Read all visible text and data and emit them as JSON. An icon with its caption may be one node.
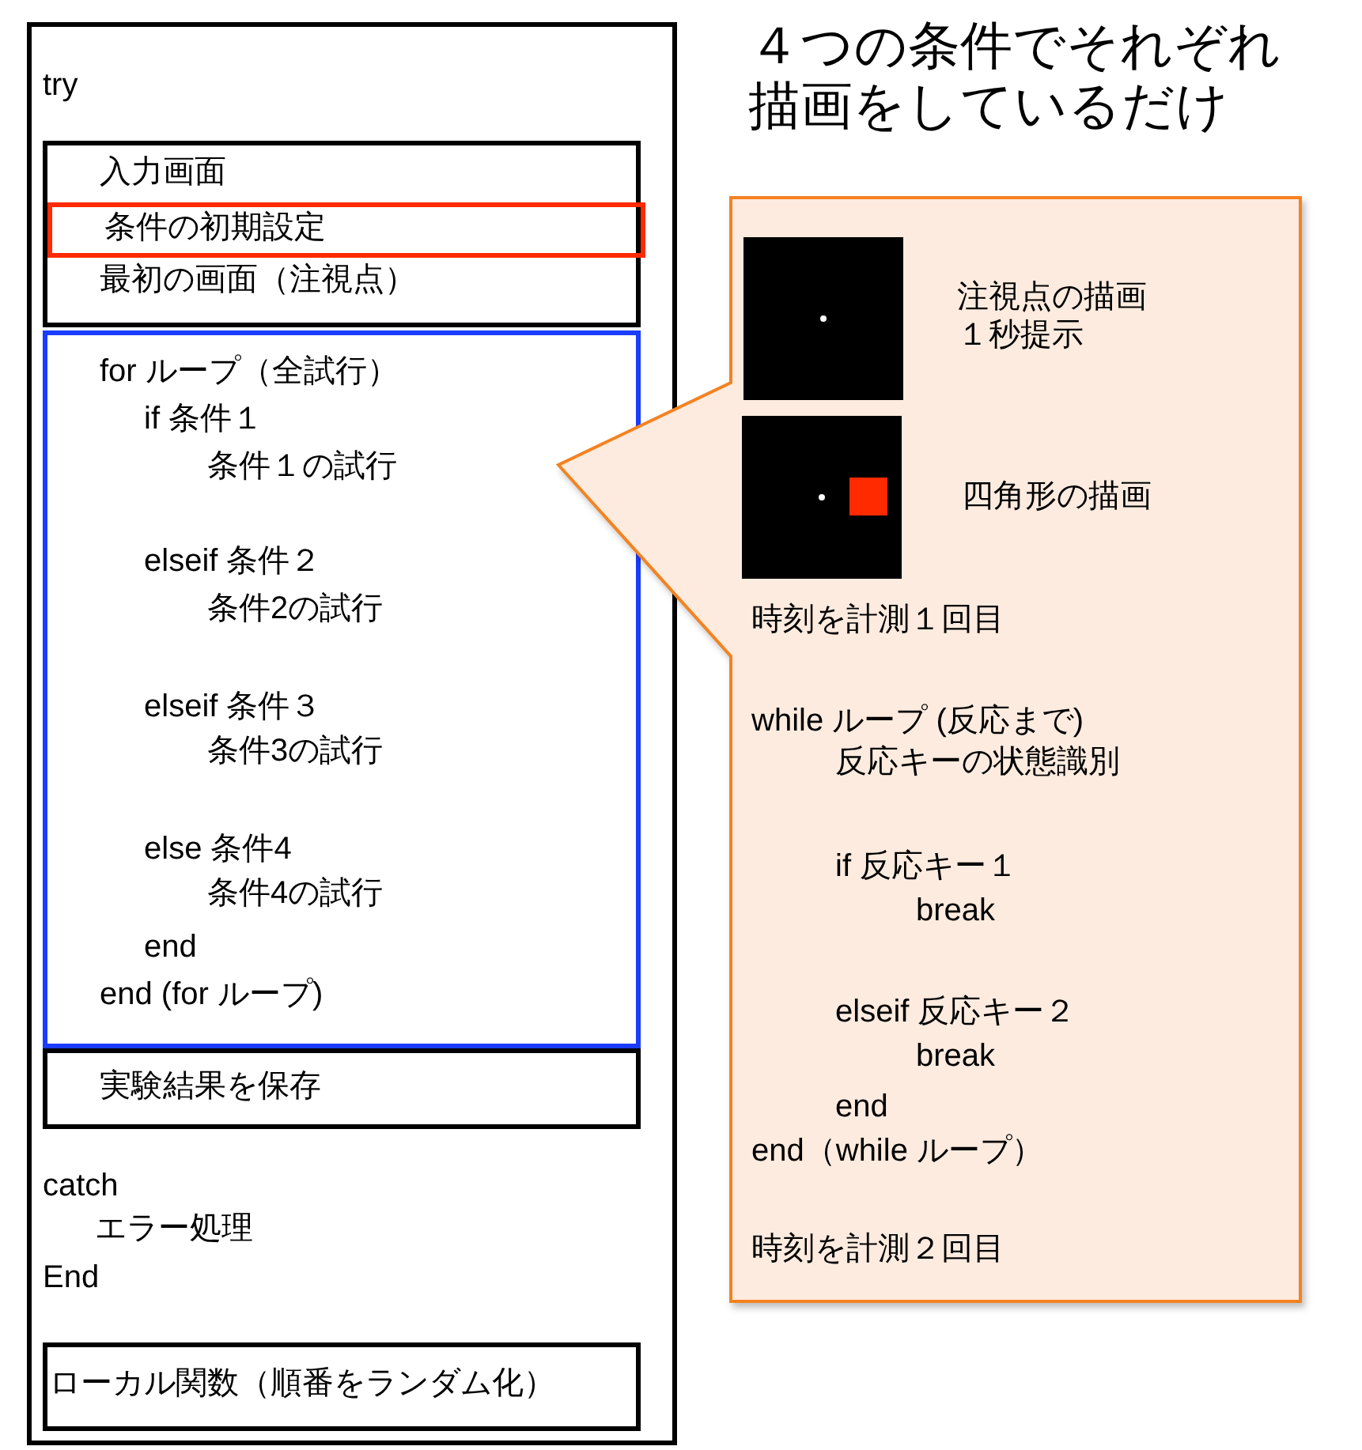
{
  "diagram": {
    "title": "４つの条件でそれぞれ描画をしているだけ",
    "nodes": [
      {
        "text": [
          "try",
          "catch",
          "エラー処理",
          "End"
        ]
      },
      {
        "text": [
          "入力画面",
          "最初の画面（注視点）"
        ],
        "in": 0
      },
      {
        "text": [
          "条件の初期設定"
        ],
        "in": 1
      },
      {
        "text": [
          "for ループ（全試行）",
          "if 条件１",
          "条件１の試行",
          "elseif 条件２",
          "条件2の試行",
          "elseif 条件３",
          "条件3の試行",
          "else 条件4",
          "条件4の試行",
          "end",
          "end (for ループ)"
        ],
        "in": 0
      },
      {
        "text": [
          "実験結果を保存"
        ],
        "in": 0
      },
      {
        "text": [
          "ローカル関数（順番をランダム化）"
        ],
        "in": 0
      },
      {
        "text": [
          "時刻を計測１回目",
          "while ループ (反応まで)",
          "反応キーの状態識別",
          "if 反応キー１",
          "break",
          "elseif 反応キー２",
          "break",
          "end",
          "end（while ループ）",
          "時刻を計測２回目"
        ]
      },
      {
        "text": [],
        "shape": "picture",
        "in": 6,
        "beside": [
          "注視点の描画１秒提示"
        ]
      },
      {
        "text": [],
        "shape": "picture",
        "in": 6,
        "beside": [
          "四角形の描画"
        ]
      }
    ]
  }
}
